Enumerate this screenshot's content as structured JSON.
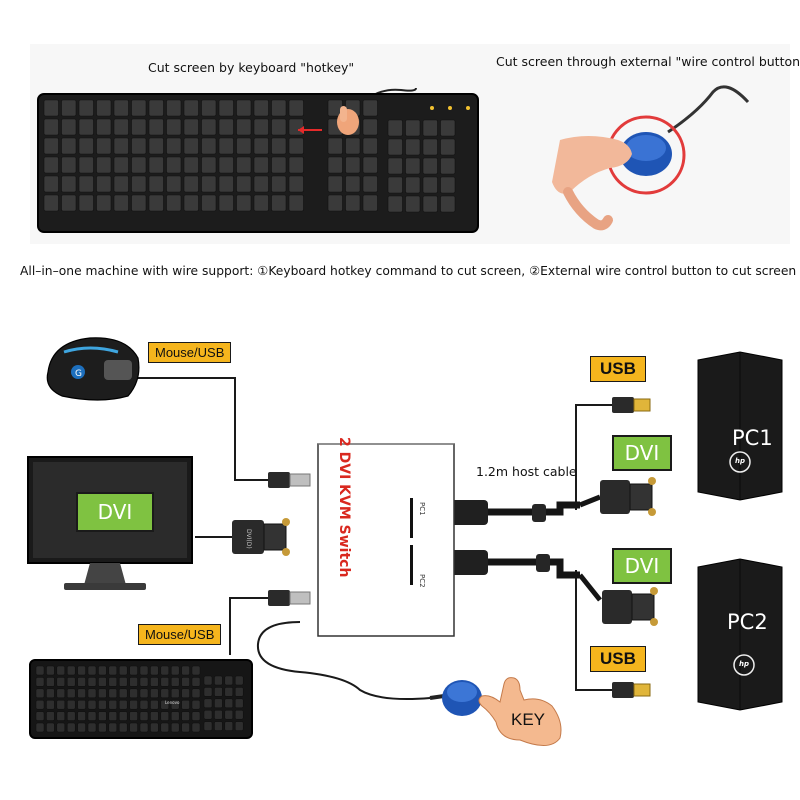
{
  "top": {
    "keyboard_caption": "Cut screen by keyboard \"hotkey\"",
    "button_caption": "Cut screen through external \"wire control button\"",
    "summary": "All–in–one machine with wire support: ①Keyboard hotkey command to cut screen, ②External wire control button to cut screen"
  },
  "diagram": {
    "mouse_usb_top": "Mouse/USB",
    "mouse_usb_bottom": "Mouse/USB",
    "monitor_dvi": "DVI",
    "usb_pc1": "USB",
    "dvi_pc1": "DVI",
    "dvi_pc2": "DVI",
    "usb_pc2": "USB",
    "host_cable": "1.2m host cable",
    "switch_label": "2 DVI KVM Switch",
    "switch_port_pc1": "PC1",
    "switch_port_pc2": "PC2",
    "pc1": "PC1",
    "pc2": "PC2",
    "pc_brand": "hp",
    "key": "KEY",
    "keyboard_brand": "Lenovo",
    "connector_dvi_text": "DVI(D)"
  },
  "colors": {
    "tag_orange": "#f5b51d",
    "dvi_green": "#7fc241",
    "switch_text_red": "#d9281f",
    "button_blue": "#1f55b5"
  }
}
